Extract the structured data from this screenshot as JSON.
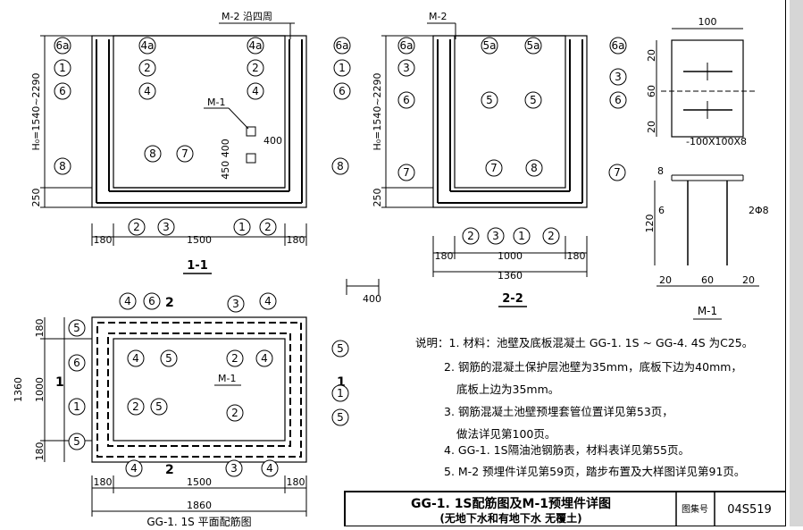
{
  "drawing_1_1": {
    "title": "1-1",
    "embed_label": "M-2 沿四周",
    "height_range": "H₀=1540~2290",
    "dim_250": "250",
    "dim_180a": "180",
    "dim_1500": "1500",
    "dim_180b": "180",
    "m1_label": "M-1",
    "dim_400": "400",
    "dim_450_400": "450  400",
    "markers": {
      "6a": "6a",
      "4a": "4a",
      "1": "1",
      "2": "2",
      "6": "6",
      "4": "4",
      "8": "8",
      "7": "7",
      "3": "3"
    }
  },
  "drawing_2_2": {
    "title": "2-2",
    "embed_label": "M-2",
    "height_range": "H₀=1540~2290",
    "dim_250": "250",
    "dim_180a": "180",
    "dim_1000": "1000",
    "dim_180b": "180",
    "dim_1360": "1360",
    "markers": {
      "6a": "6a",
      "5a": "5a",
      "3": "3",
      "5": "5",
      "6": "6",
      "7": "7",
      "8": "8",
      "2": "2",
      "1": "1"
    }
  },
  "drawing_plan": {
    "title": "GG-1. 1S 平面配筋图",
    "section_1": "1",
    "section_2": "2",
    "dim_400": "400",
    "dim_180_top": "180",
    "dim_1000": "1000",
    "dim_180_bot": "180",
    "dim_1360": "1360",
    "dim_180a": "180",
    "dim_1500": "1500",
    "dim_180b": "180",
    "dim_1860": "1860",
    "m1_label": "M-1",
    "markers": {
      "4": "4",
      "6": "6",
      "3": "3",
      "5": "5",
      "2": "2",
      "1": "1"
    }
  },
  "drawing_m1": {
    "title": "M-1",
    "dim_100": "100",
    "dim_20a": "20",
    "dim_60v": "60",
    "dim_20b": "20",
    "plate": "-100X100X8",
    "dim_8": "8",
    "weld": "6",
    "bar": "2Φ8",
    "dim_120": "120",
    "dim_20c": "20",
    "dim_60h": "60",
    "dim_20d": "20"
  },
  "notes": {
    "lines": [
      "说明：1. 材料：池壁及底板混凝土 GG-1. 1S ~ GG-4. 4S 为C25。",
      "2. 钢筋的混凝土保护层池壁为35mm，底板下边为40mm，",
      "底板上边为35mm。",
      "3. 钢筋混凝土池壁预埋套管位置详见第53页，",
      "做法详见第100页。",
      "4. GG-1. 1S隔油池钢筋表，材料表详见第55页。",
      "5. M-2 预埋件详见第59页，踏步布置及大样图详见第91页。"
    ]
  },
  "title_block": {
    "title": "GG-1. 1S配筋图及M-1预埋件详图",
    "subtitle": "(无地下水和有地下水   无覆土)",
    "atlas_label": "图集号",
    "atlas_number": "04S519"
  }
}
